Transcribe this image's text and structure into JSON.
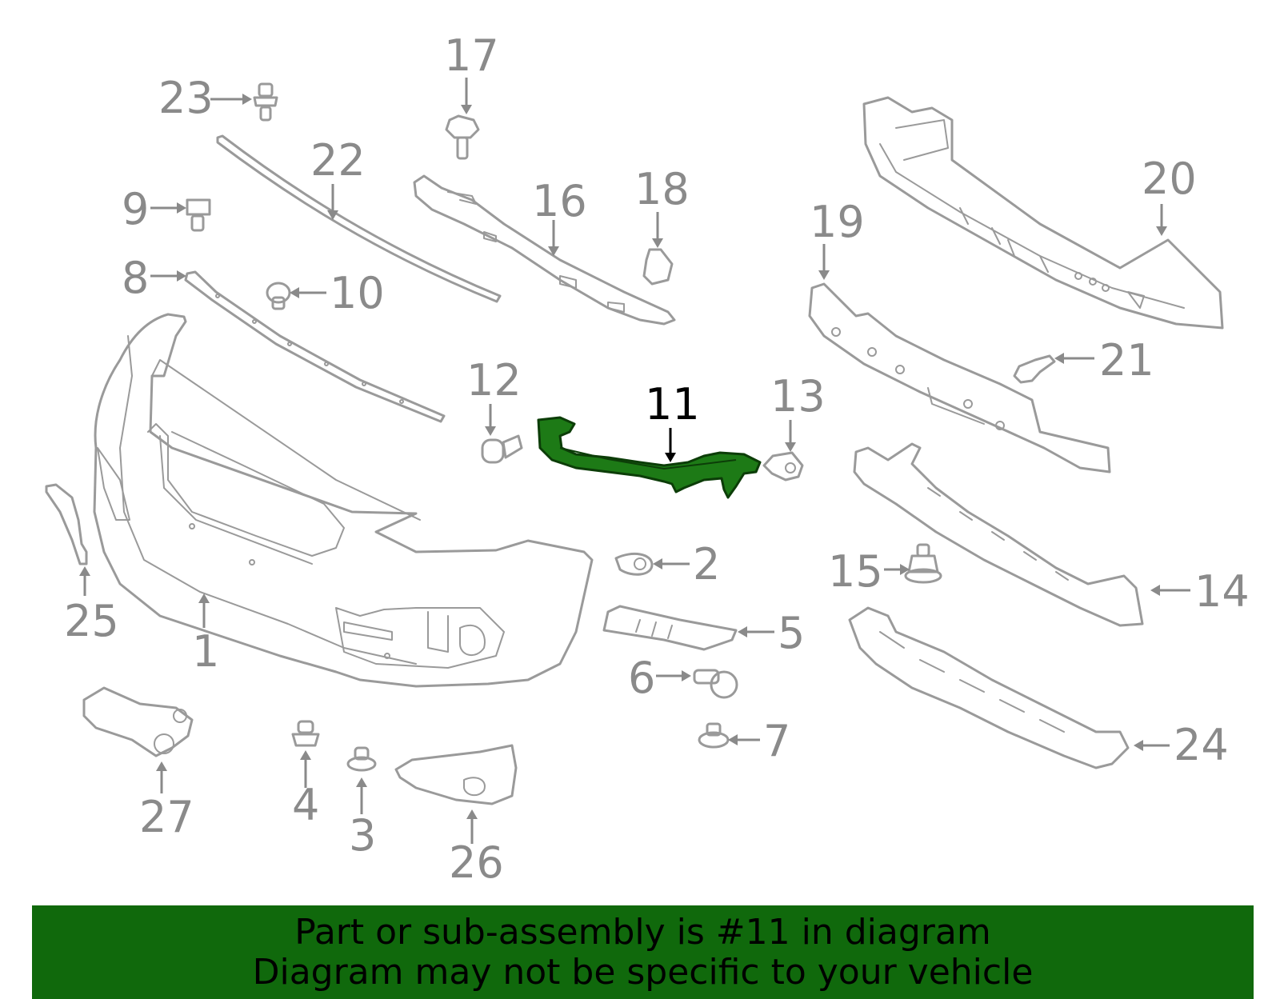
{
  "diagram": {
    "highlighted_part": "11",
    "callouts": [
      {
        "id": "1",
        "label": "1"
      },
      {
        "id": "2",
        "label": "2"
      },
      {
        "id": "3",
        "label": "3"
      },
      {
        "id": "4",
        "label": "4"
      },
      {
        "id": "5",
        "label": "5"
      },
      {
        "id": "6",
        "label": "6"
      },
      {
        "id": "7",
        "label": "7"
      },
      {
        "id": "8",
        "label": "8"
      },
      {
        "id": "9",
        "label": "9"
      },
      {
        "id": "10",
        "label": "10"
      },
      {
        "id": "11",
        "label": "11"
      },
      {
        "id": "12",
        "label": "12"
      },
      {
        "id": "13",
        "label": "13"
      },
      {
        "id": "14",
        "label": "14"
      },
      {
        "id": "15",
        "label": "15"
      },
      {
        "id": "16",
        "label": "16"
      },
      {
        "id": "17",
        "label": "17"
      },
      {
        "id": "18",
        "label": "18"
      },
      {
        "id": "19",
        "label": "19"
      },
      {
        "id": "20",
        "label": "20"
      },
      {
        "id": "21",
        "label": "21"
      },
      {
        "id": "22",
        "label": "22"
      },
      {
        "id": "23",
        "label": "23"
      },
      {
        "id": "24",
        "label": "24"
      },
      {
        "id": "25",
        "label": "25"
      },
      {
        "id": "26",
        "label": "26"
      },
      {
        "id": "27",
        "label": "27"
      }
    ]
  },
  "banner": {
    "line1": "Part or sub-assembly is #11 in diagram",
    "line2": "Diagram may not be specific to your vehicle",
    "color": "#10690c"
  },
  "colors": {
    "line_art": "#9a9a9a",
    "highlight_part": "#1d7a16",
    "label_gray": "#8a8a8a"
  }
}
